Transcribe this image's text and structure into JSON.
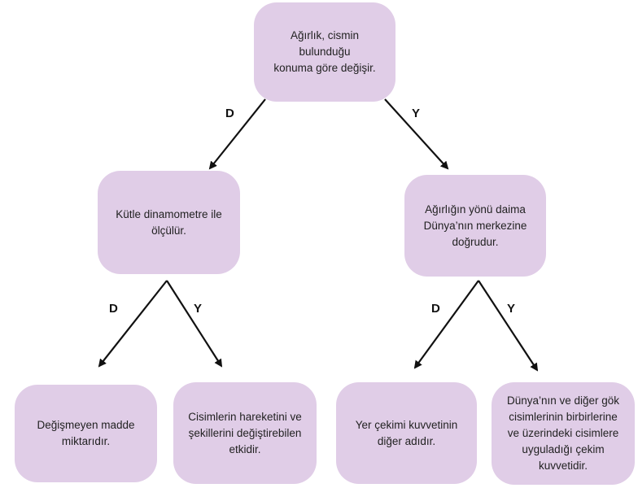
{
  "root": {
    "text": "Ağırlık, cismin bulunduğu\nkonuma göre değişir."
  },
  "left": {
    "text": "Kütle dinamometre ile\nölçülür."
  },
  "right": {
    "text": "Ağırlığın yönü  daima\nDünya’nın merkezine\ndoğrudur."
  },
  "leaf1": {
    "text": "Değişmeyen madde\nmiktarıdır."
  },
  "leaf2": {
    "text": "Cisimlerin hareketini ve\nşekillerini değiştirebilen\netkidir."
  },
  "leaf3": {
    "text": "Yer çekimi kuvvetinin\ndiğer adıdır."
  },
  "leaf4": {
    "text": "Dünya’nın ve diğer gök\ncisimlerinin birbirlerine\nve üzerindeki cisimlere\nuyguladığı çekim\nkuvvetidir."
  },
  "labels": {
    "d": "D",
    "y": "Y"
  },
  "colors": {
    "node_fill": "#e0cde7",
    "arrow": "#111111"
  }
}
